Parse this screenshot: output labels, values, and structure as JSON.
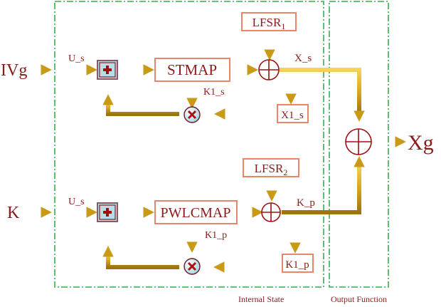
{
  "inputs": {
    "top": "IVg",
    "bottom": "K"
  },
  "output": "Xg",
  "top_branch": {
    "signal_in": "U_s",
    "map": "STMAP",
    "lfsr": "LFSR",
    "lfsr_sub": "1",
    "state": "X_s",
    "feedback": "K1_s",
    "feedback_box": "X1_s"
  },
  "bottom_branch": {
    "signal_in": "U_s",
    "map": "PWLCMAP",
    "lfsr": "LFSR",
    "lfsr_sub": "2",
    "state": "K_p",
    "feedback": "K1_p",
    "feedback_box": "K1_p"
  },
  "regions": {
    "internal": "Internal State",
    "output": "Output Function"
  },
  "colors": {
    "text": "#8b1a1a",
    "arrow": "#d4a017",
    "box_border": "#e8866a",
    "dash": "#2fb04a",
    "xor": "#a01010"
  },
  "icons": {
    "adder": "plus-box-icon",
    "xor": "circle-plus-icon",
    "multiply": "circle-x-icon"
  }
}
